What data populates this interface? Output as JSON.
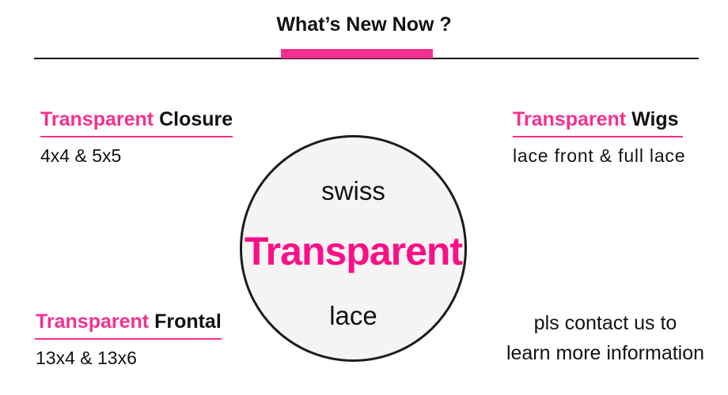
{
  "colors": {
    "background": "#ffffff",
    "accent_pink": "#f5308f",
    "big_text_pink": "#fb0f87",
    "text_black": "#121212",
    "circle_fill": "#f5f3f4",
    "circle_border": "#1c1c1c"
  },
  "header": {
    "title": "What’s New Now ?"
  },
  "categories": {
    "closure": {
      "highlight": "Transparent",
      "label": "Closure",
      "detail": "4x4 & 5x5"
    },
    "wigs": {
      "highlight": "Transparent",
      "label": "Wigs",
      "detail": "lace front & full lace"
    },
    "frontal": {
      "highlight": "Transparent",
      "label": "Frontal",
      "detail": "13x4 & 13x6"
    }
  },
  "circle": {
    "line_top": "swiss",
    "line_middle": "Transparent",
    "line_bottom": "lace"
  },
  "contact": {
    "line1": "pls contact us to",
    "line2": "learn more information"
  }
}
